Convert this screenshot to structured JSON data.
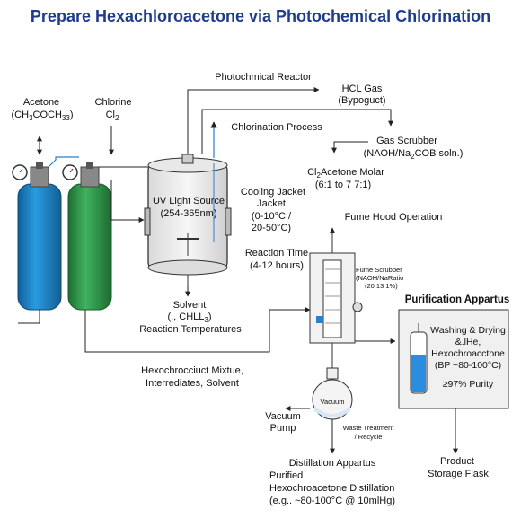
{
  "title": "Prepare Hexachloroacetone via Photochemical Chlorination",
  "labels": {
    "acetone": "Acetone",
    "acetone_formula_a": "(CH",
    "acetone_formula_sub1": "3",
    "acetone_formula_b": "COCH",
    "acetone_formula_sub2": "33",
    "acetone_formula_c": ")",
    "chlorine": "Chlorine",
    "chlorine_formula_a": "Cl",
    "chlorine_formula_sub": "2",
    "reactor": "Photochmical Reactor",
    "hcl_gas": "HCL Gas",
    "byproduct": "(Bypoguct)",
    "chlorination_process": "Chlorination Process",
    "gas_scrubber": "Gas Scrubber",
    "gas_scrubber_soln_a": "(NAOH/Na",
    "gas_scrubber_soln_sub": "2",
    "gas_scrubber_soln_b": "COB soln.)",
    "molar_a": "Cl",
    "molar_sub": "2",
    "molar_b": "Acetone Molar",
    "molar_ratio": "(6:1 to 7 7:1)",
    "uv_source": "UV Light Source",
    "uv_range": "(254-365nm)",
    "cooling_jacket_1": "Cooling Jacket",
    "cooling_jacket_2": "Jacket",
    "cooling_jacket_3": "(0-10°C /",
    "cooling_jacket_4": "20-50°C)",
    "reaction_time": "Reaction Time",
    "reaction_time_range": "(4-12 hours)",
    "fume_hood": "Fume Hood Operation",
    "fume_scrubber_1": "Fume Scrubber",
    "fume_scrubber_2": "(NAOH/NaRatio",
    "fume_scrubber_3": "(20 13 1%)",
    "solvent": "Solvent",
    "solvent_formula_a": "(., CHLL",
    "solvent_formula_sub": "3",
    "solvent_formula_b": ")",
    "reaction_temps": "Reaction Temperatures",
    "mixture_1": "Hexochrocciuct Mixtue,",
    "mixture_2": "Interrediates, Solvent",
    "purification": "Purification Appartus",
    "washing": "Washing & Drying",
    "washing_2": "&.lHe,",
    "hexochroacctone": "Hexochroacctone",
    "bp": "(BP ~80-100°C)",
    "purity": "≥97% Purity",
    "vacuum": "Vacuum",
    "vacuum_pump": "Vacuum",
    "pump": "Pump",
    "waste_1": "Waste Treatment",
    "waste_2": "/ Recycle",
    "distillation": "Distillation Appartus",
    "purified": "Purified",
    "hexo_distill": "Hexochroacetone Distillation",
    "distill_cond": "(e.g.. ~80-100°C @ 10mlHg)",
    "product_1": "Product",
    "product_2": "Storage Flask"
  },
  "colors": {
    "title": "#1f3b8c",
    "acetone_cylinder": "#1f86c4",
    "chlorine_cylinder": "#2f9a4a",
    "line": "#222222",
    "accent_blue": "#2a7fd0",
    "box_fill": "#f0f0f0"
  }
}
